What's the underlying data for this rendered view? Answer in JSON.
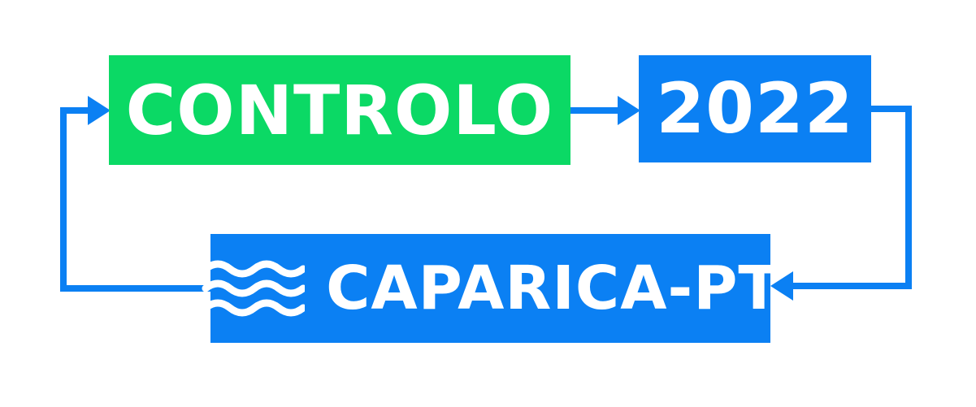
{
  "diagram": {
    "colors": {
      "green": "#0BD965",
      "blue": "#0B80F3",
      "text": "#FFFFFF",
      "background": "#FFFFFF"
    },
    "nodes": {
      "controlo": {
        "label": "CONTROLO"
      },
      "year": {
        "label": "2022"
      },
      "caparica": {
        "label": "CAPARICA-PT",
        "icon": "waves-icon"
      }
    },
    "edges": [
      {
        "from": "controlo",
        "to": "year"
      },
      {
        "from": "year",
        "to": "caparica"
      },
      {
        "from": "caparica",
        "to": "controlo"
      }
    ]
  }
}
